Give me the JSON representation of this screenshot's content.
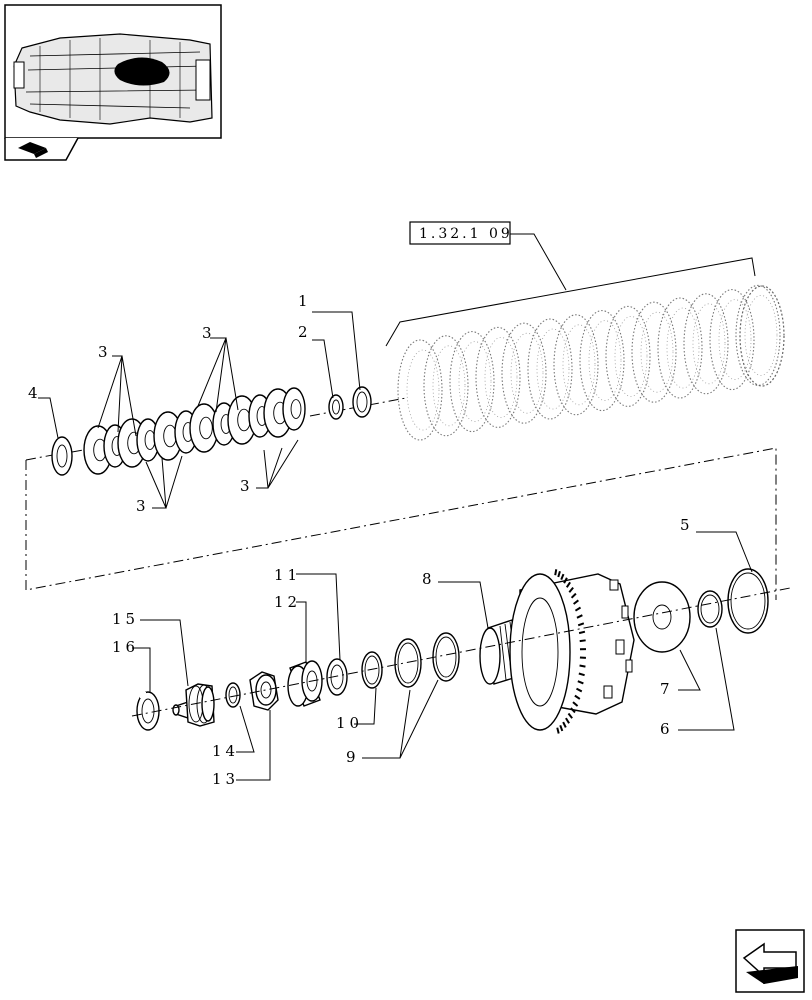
{
  "reference_box": "1.32.1 09",
  "callouts": {
    "c1": "1",
    "c2": "2",
    "c3a": "3",
    "c3b": "3",
    "c3c": "3",
    "c3d": "3",
    "c4": "4",
    "c5": "5",
    "c6": "6",
    "c7": "7",
    "c8": "8",
    "c9": "9",
    "c10": "10",
    "c11": "11",
    "c12": "12",
    "c13": "13",
    "c14": "14",
    "c15": "15",
    "c16": "16"
  },
  "icons": {
    "thumbnail": "transmission-thumbnail",
    "book": "catalog-book-icon",
    "nav": "next-page-arrow-icon"
  },
  "colors": {
    "ink": "#000000",
    "paper": "#ffffff"
  }
}
